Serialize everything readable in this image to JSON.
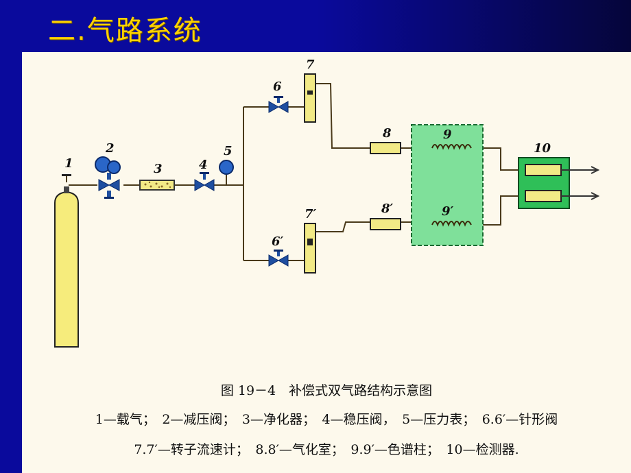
{
  "slide": {
    "title": "二.气路系统"
  },
  "diagram": {
    "component_labels": {
      "n1": "1",
      "n2": "2",
      "n3": "3",
      "n4": "4",
      "n5": "5",
      "n6": "6",
      "n6p": "6′",
      "n7": "7",
      "n7p": "7′",
      "n8": "8",
      "n8p": "8′",
      "n9": "9",
      "n9p": "9′",
      "n10": "10"
    },
    "colors": {
      "cylinder": "#f6ec7c",
      "valve_body": "#1f4fa0",
      "gauge": "#2a66c8",
      "oven": "#7fe09a",
      "detector": "#2fbf58",
      "column_box": "#f2ea86"
    }
  },
  "caption": {
    "figure_title": "图 19－4　补偿式双气路结构示意图",
    "legend_line1": "1—载气；　2—减压阀；　3—净化器；　4—稳压阀，　5—压力表；　6.6′—针形阀",
    "legend_line2": "7.7′—转子流速计；　8.8′—气化室；　9.9′—色谱柱；　10—检测器."
  }
}
